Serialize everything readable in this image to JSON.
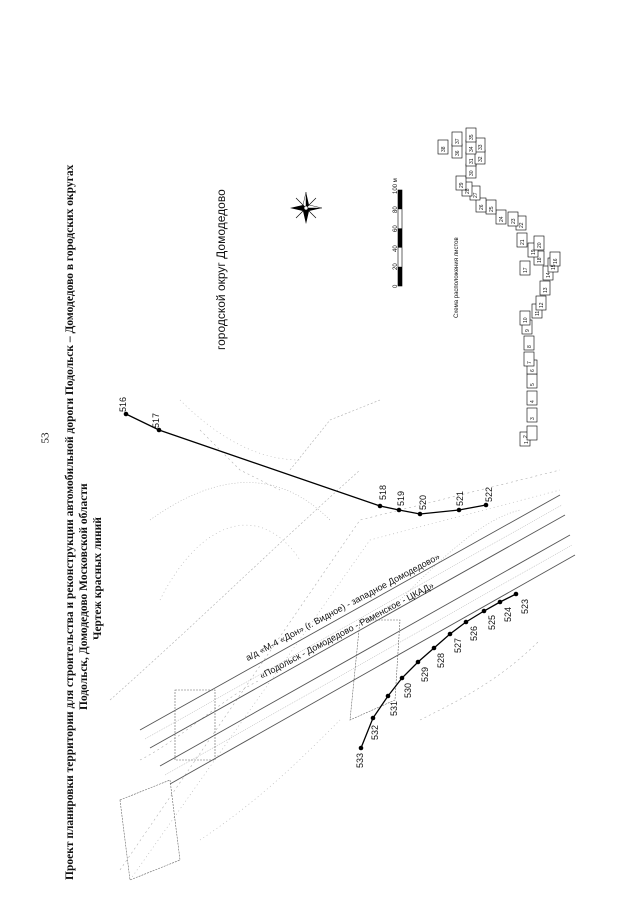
{
  "page_number": "53",
  "title": {
    "line1": "Проект планировки территории для строительства и реконструкции автомобильной дороги Подольск – Домодедово в городских округах",
    "line2": "Подольск, Домодедово Московской области",
    "line3": "Чертеж красных линий"
  },
  "district_label": "городской округ Домодедово",
  "roads": {
    "road1": "а/д «М-4 «Дон» (г. Видное) - западное Домодедово»",
    "road2": "«Подольск - Домодедово - Раменское - ЦКАД»"
  },
  "scale": {
    "unit": "м",
    "ticks": [
      "0",
      "20",
      "40",
      "60",
      "80",
      "100 м"
    ]
  },
  "sheet_scheme": {
    "caption": "Схема расположения листов",
    "sheets": [
      "1",
      "2",
      "3",
      "4",
      "5",
      "6",
      "7",
      "8",
      "9",
      "10",
      "11",
      "12",
      "13",
      "14",
      "15",
      "16",
      "17",
      "18",
      "19",
      "20",
      "21",
      "22",
      "23",
      "24",
      "25",
      "26",
      "27",
      "28",
      "29",
      "30",
      "31",
      "32",
      "33",
      "34",
      "35",
      "36",
      "37",
      "38"
    ]
  },
  "points": [
    "516",
    "517",
    "518",
    "519",
    "520",
    "521",
    "522",
    "523",
    "524",
    "525",
    "526",
    "527",
    "528",
    "529",
    "530",
    "531",
    "532",
    "533"
  ]
}
